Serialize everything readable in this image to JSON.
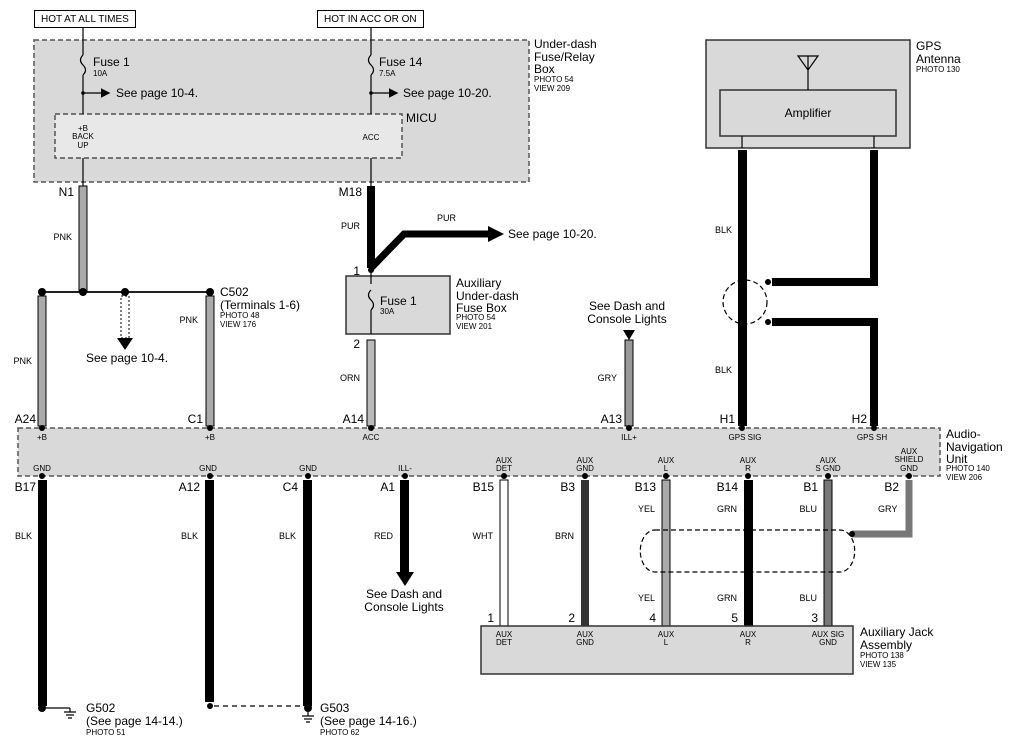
{
  "headers": {
    "hot_at_all_times": "HOT AT ALL TIMES",
    "hot_in_acc_or_on": "HOT IN ACC OR ON"
  },
  "fuse_relay_box": {
    "title": "Under-dash\nFuse/Relay\nBox",
    "photo": "PHOTO 54",
    "view": "VIEW 209",
    "fuse1_name": "Fuse 1",
    "fuse1_amp": "10A",
    "fuse14_name": "Fuse 14",
    "fuse14_amp": "7.5A",
    "see_page_1": "See page 10-4.",
    "see_page_2": "See page 10-20.",
    "micu_label": "MICU",
    "micu_pin_1": "+B\nBACK\nUP",
    "micu_pin_2": "ACC",
    "terminal_left": "N1",
    "terminal_right": "M18"
  },
  "gps_antenna": {
    "title": "GPS\nAntenna",
    "photo": "PHOTO 130",
    "amplifier": "Amplifier"
  },
  "aux_fuse_box": {
    "title": "Auxiliary\nUnder-dash\nFuse Box",
    "photo": "PHOTO 54",
    "view": "VIEW 201",
    "fuse_name": "Fuse 1",
    "fuse_amp": "30A",
    "pin_top": "1",
    "pin_bottom": "2",
    "pur_wire_label": "PUR",
    "see_page": "See page 10-20."
  },
  "c502": {
    "title": "C502",
    "subtitle": "(Terminals 1-6)",
    "photo": "PHOTO 48",
    "view": "VIEW 176",
    "see_page": "See page 10-4."
  },
  "dash_lights_top": "See Dash and\nConsole Lights",
  "dash_lights_bottom": "See Dash and\nConsole Lights",
  "nav_unit": {
    "title": "Audio-\nNavigation\nUnit",
    "photo": "PHOTO 140",
    "view": "VIEW 206",
    "top_pins": [
      {
        "id": "A24",
        "label": "+B"
      },
      {
        "id": "C1",
        "label": "+B"
      },
      {
        "id": "A14",
        "label": "ACC"
      },
      {
        "id": "A13",
        "label": "ILL+"
      },
      {
        "id": "H1",
        "label": "GPS SIG"
      },
      {
        "id": "H2",
        "label": "GPS SH"
      }
    ],
    "bottom_pins": [
      {
        "id": "B17",
        "label": "GND"
      },
      {
        "id": "A12",
        "label": "GND"
      },
      {
        "id": "C4",
        "label": "GND"
      },
      {
        "id": "A1",
        "label": "ILL-"
      },
      {
        "id": "B15",
        "label": "AUX\nDET"
      },
      {
        "id": "B3",
        "label": "AUX\nGND"
      },
      {
        "id": "B13",
        "label": "AUX\nL"
      },
      {
        "id": "B14",
        "label": "AUX\nR"
      },
      {
        "id": "B1",
        "label": "AUX\nS GND"
      },
      {
        "id": "B2",
        "label": "AUX\nSHIELD\nGND"
      }
    ]
  },
  "wires": {
    "pnk_1": "PNK",
    "pnk_2": "PNK",
    "pnk_3": "PNK",
    "pur": "PUR",
    "orn": "ORN",
    "gry_top": "GRY",
    "blk_gps_1": "BLK",
    "blk_gps_2": "BLK",
    "blk_1": "BLK",
    "blk_2": "BLK",
    "blk_3": "BLK",
    "red": "RED",
    "wht": "WHT",
    "brn": "BRN",
    "yel_1": "YEL",
    "yel_2": "YEL",
    "grn_1": "GRN",
    "grn_2": "GRN",
    "blu_1": "BLU",
    "blu_2": "BLU",
    "gry_bottom": "GRY"
  },
  "aux_jack": {
    "title": "Auxiliary Jack\nAssembly",
    "photo": "PHOTO 138",
    "view": "VIEW 135",
    "pins": [
      {
        "num": "1",
        "label": "AUX\nDET"
      },
      {
        "num": "2",
        "label": "AUX\nGND"
      },
      {
        "num": "4",
        "label": "AUX\nL"
      },
      {
        "num": "5",
        "label": "AUX\nR"
      },
      {
        "num": "3",
        "label": "AUX SIG\nGND"
      }
    ]
  },
  "grounds": {
    "g502": "G502",
    "g502_see": "(See page 14-14.)",
    "g502_photo": "PHOTO 51",
    "g503": "G503",
    "g503_see": "(See page 14-16.)",
    "g503_photo": "PHOTO 62"
  }
}
